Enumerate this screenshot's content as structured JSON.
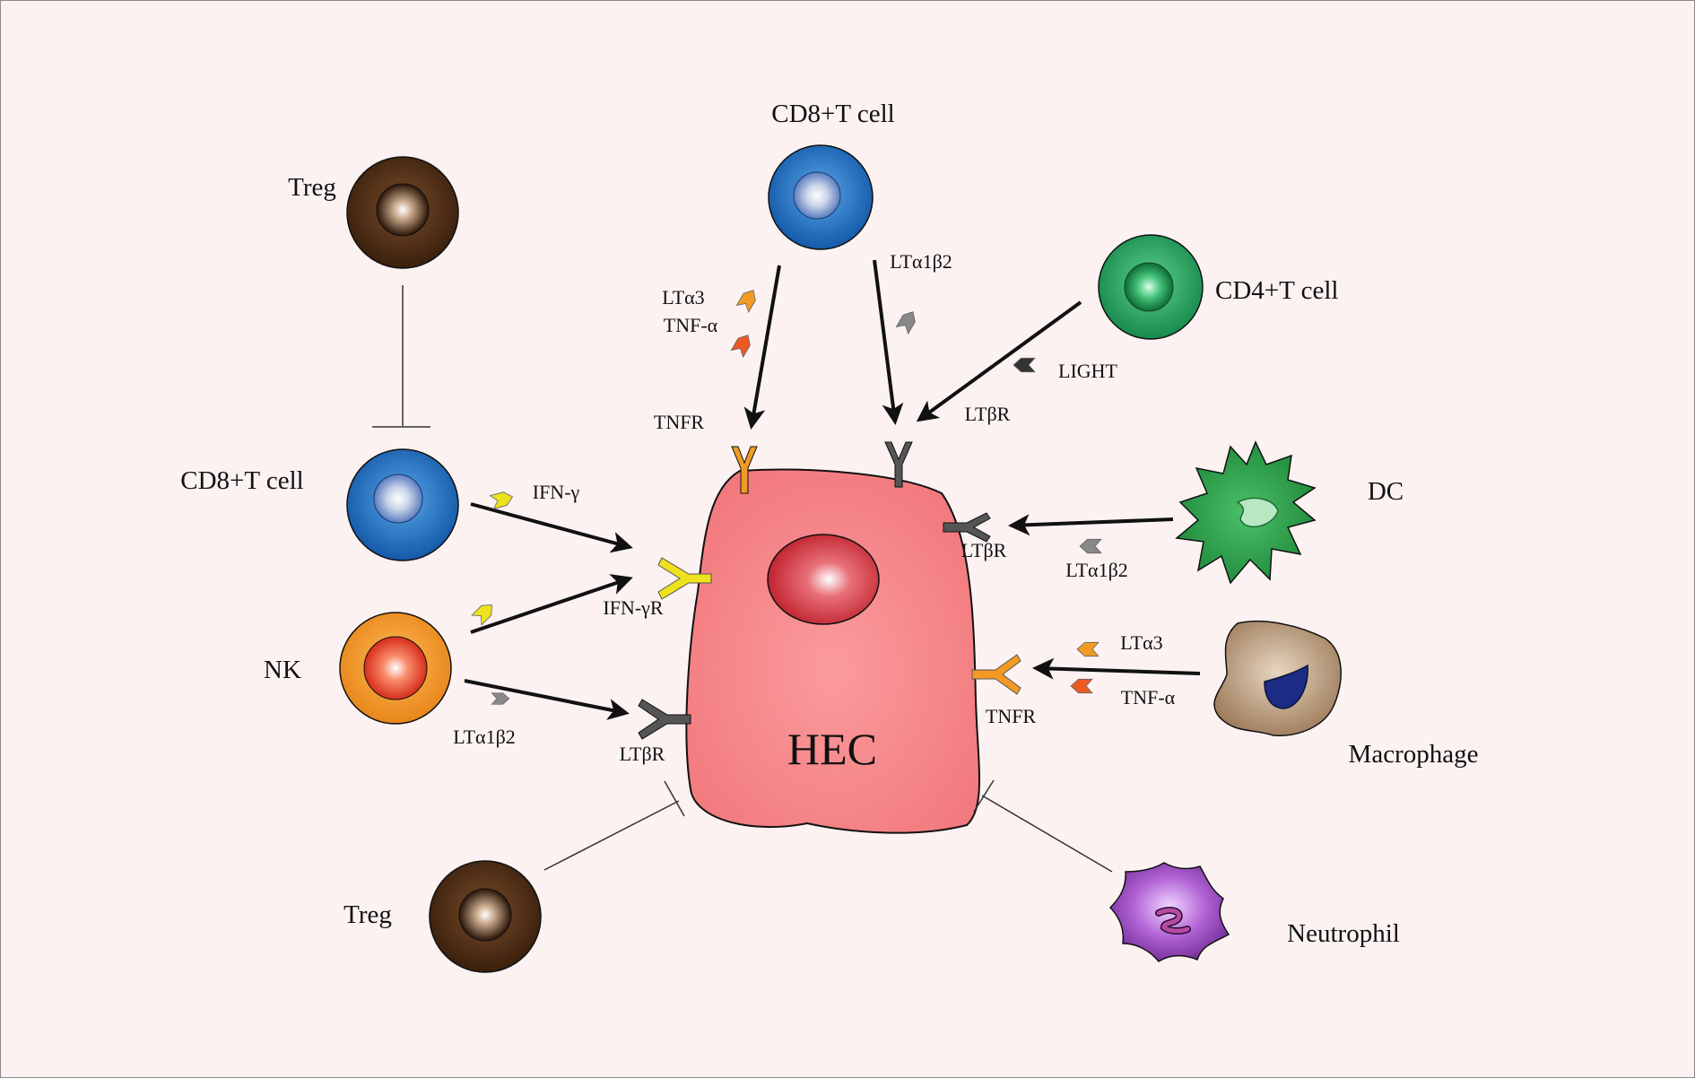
{
  "cells": {
    "cd8_top": "CD8+T  cell",
    "treg_top": "Treg",
    "cd4": "CD4+T cell",
    "cd8_left": "CD8+T  cell",
    "dc": "DC",
    "nk": "NK",
    "macrophage": "Macrophage",
    "treg_bottom": "Treg",
    "neutrophil": "Neutrophil",
    "hec": "HEC"
  },
  "molecules": {
    "lta3_top": "LTα3",
    "tnfa_top": "TNF-α",
    "lta1b2_top": "LTα1β2",
    "light": "LIGHT",
    "ifng": "IFN-γ",
    "lta1b2_dc": "LTα1β2",
    "lta1b2_nk": "LTα1β2",
    "lta3_mac": "LTα3",
    "tnfa_mac": "TNF-α"
  },
  "receptors": {
    "tnfr_top": "TNFR",
    "ltbr_top": "LTβR",
    "ltbr_right": "LTβR",
    "ifngr": "IFN-γR",
    "ltbr_left": "LTβR",
    "tnfr_right": "TNFR"
  },
  "colors": {
    "background": "#fdf2f2",
    "hec": "#f8878a",
    "treg": "#4a2a14",
    "cd8": "#1f72c4",
    "cd4": "#24a865",
    "nk": "#f39526",
    "dc": "#2a9a45",
    "macrophage": "#a98b6a",
    "neutrophil": "#8a3aa8",
    "lta3": "#f39a24",
    "tnfa": "#ec5a22",
    "ifng": "#ede21c",
    "lt_grey": "#888888",
    "light": "#333333"
  }
}
